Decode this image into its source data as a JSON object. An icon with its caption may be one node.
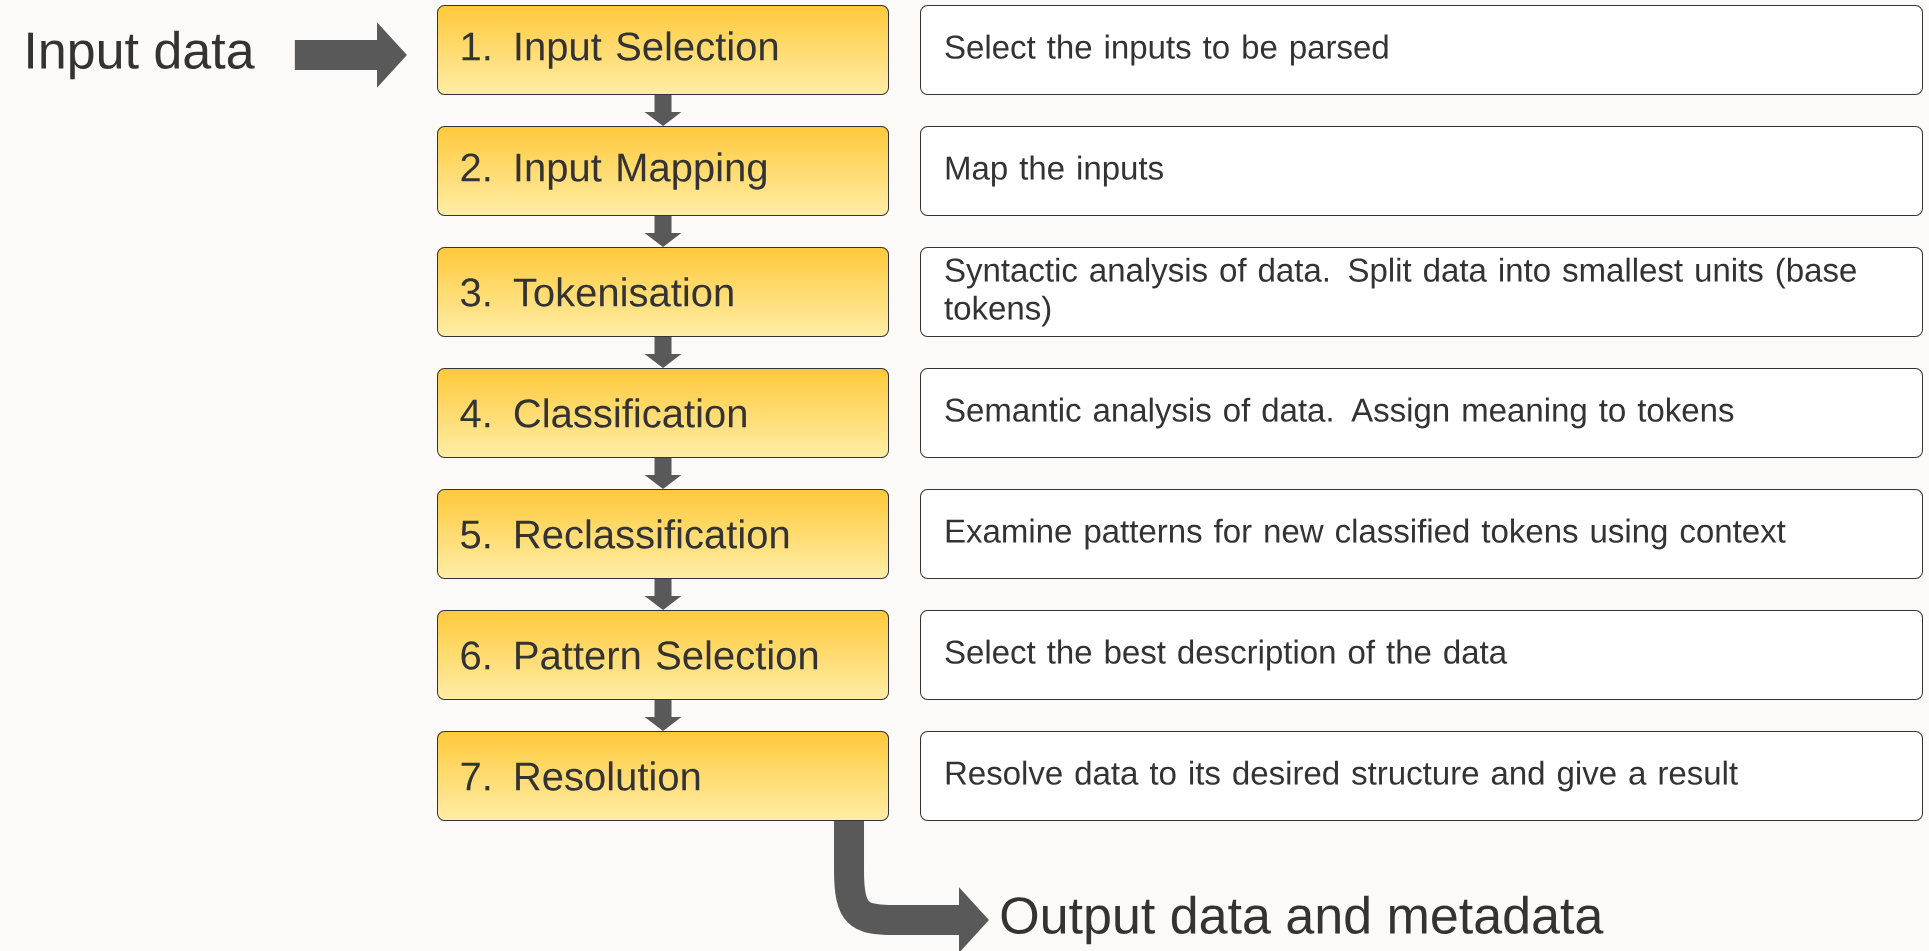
{
  "diagram": {
    "nodes": [
      {
        "text": [
          "Input data"
        ]
      },
      {
        "text": [
          "1. Input Selection"
        ]
      },
      {
        "text": [
          "Select the inputs to be parsed"
        ]
      },
      {
        "text": [
          "2. Input Mapping"
        ]
      },
      {
        "text": [
          "Map the inputs"
        ]
      },
      {
        "text": [
          "3. Tokenisation"
        ]
      },
      {
        "text": [
          "Syntactic analysis of data. Split data into smallest units (base tokens)"
        ]
      },
      {
        "text": [
          "4. Classification"
        ]
      },
      {
        "text": [
          "Semantic analysis of data. Assign meaning to tokens"
        ]
      },
      {
        "text": [
          "5. Reclassification"
        ]
      },
      {
        "text": [
          "Examine patterns for new classified tokens using context"
        ]
      },
      {
        "text": [
          "6. Pattern Selection"
        ]
      },
      {
        "text": [
          "Select the best description of the data"
        ]
      },
      {
        "text": [
          "7. Resolution"
        ]
      },
      {
        "text": [
          "Resolve data to its desired structure and give a result"
        ]
      },
      {
        "text": [
          "Output data and metadata"
        ]
      }
    ],
    "edges": [
      {
        "from": 0,
        "to": 1,
        "arrow": "to"
      },
      {
        "from": 1,
        "to": 3,
        "arrow": "to"
      },
      {
        "from": 3,
        "to": 5,
        "arrow": "to"
      },
      {
        "from": 5,
        "to": 7,
        "arrow": "to"
      },
      {
        "from": 7,
        "to": 9,
        "arrow": "to"
      },
      {
        "from": 9,
        "to": 11,
        "arrow": "to"
      },
      {
        "from": 11,
        "to": 13,
        "arrow": "to"
      },
      {
        "from": 13,
        "to": 15,
        "arrow": "to"
      }
    ]
  }
}
